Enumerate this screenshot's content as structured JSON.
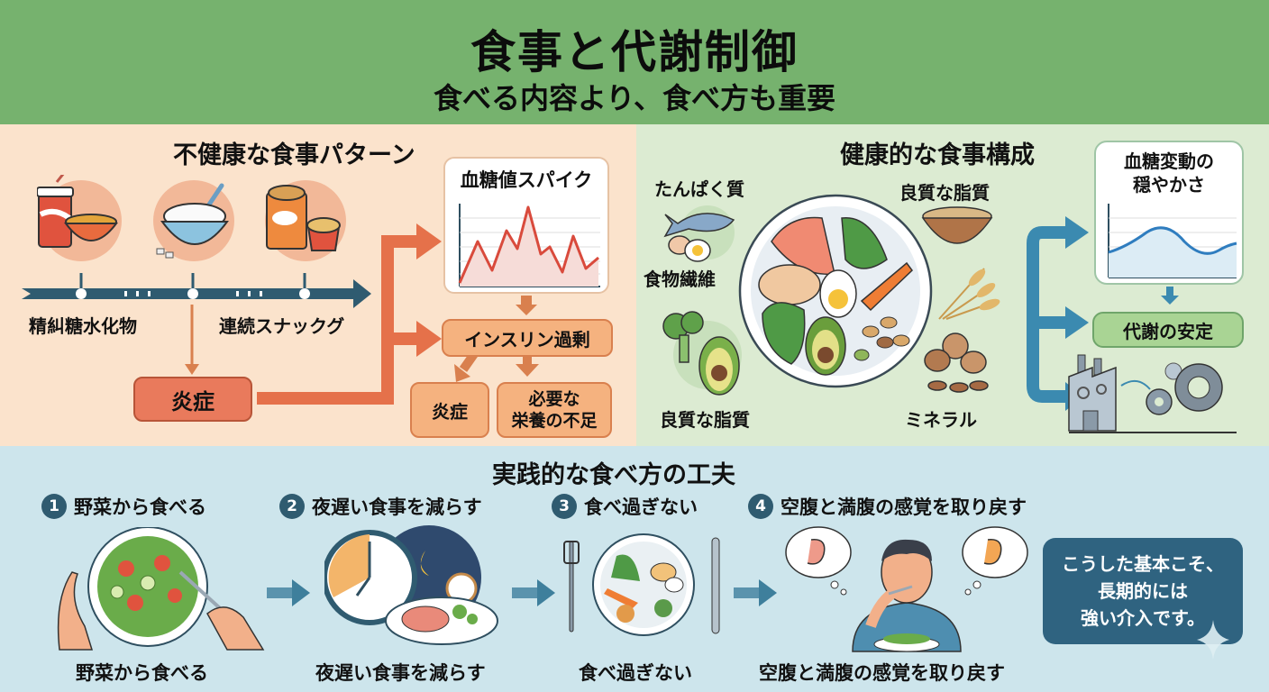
{
  "header": {
    "title": "食事と代謝制御",
    "subtitle": "食べる内容より、食べ方も重要",
    "background": "#76b26e"
  },
  "unhealthy": {
    "title": "不健康な食事パターン",
    "background": "#fbe3cc",
    "icons": [
      "soda-cup-and-bowl-icon",
      "rice-bowl-icon",
      "snack-bag-icon"
    ],
    "timeline_labels": [
      "精糾糖水化物",
      "連続スナックグ"
    ],
    "inflammation_box": "炎症",
    "spike_card": {
      "title": "血糖値スパイク",
      "line_color": "#d94a3c"
    },
    "insulin_box": "インスリン過剰",
    "outcomes": [
      "炎症",
      "必要な",
      "栄養の不足"
    ],
    "accent": "#e5714a"
  },
  "healthy": {
    "title": "健康的な食事構成",
    "background": "#dcebd2",
    "labels": {
      "protein": "たんぱく質",
      "fiber": "食物繊維",
      "fat_left": "良質な脂質",
      "fat_right": "良質な脂質",
      "mineral": "ミネラル"
    },
    "stable_card": {
      "title_line1": "血糖変動の",
      "title_line2": "穏やかさ",
      "line_color": "#2f7dbf"
    },
    "metabolic_box": "代謝の安定",
    "accent": "#3b8ab0"
  },
  "practice": {
    "title": "実践的な食べ方の工夫",
    "background": "#cde5ec",
    "steps": [
      {
        "num": "1",
        "heading": "野菜から食べる",
        "caption": "野菜から食べる",
        "icon": "salad-plate-icon"
      },
      {
        "num": "2",
        "heading": "夜遅い食事を減らす",
        "caption": "夜遅い食事を減らす",
        "icon": "night-clock-meal-icon"
      },
      {
        "num": "3",
        "heading": "食べ過ぎない",
        "caption": "食べ過ぎない",
        "icon": "balanced-plate-icon"
      },
      {
        "num": "4",
        "heading": "空腹と満腹の感覚を取り戻す",
        "caption": "空腹と満腹の感覚を取り戻す",
        "icon": "mindful-eater-icon"
      }
    ],
    "callout": {
      "line1": "こうした基本こそ、",
      "line2": "長期的には",
      "line3": "強い介入です。",
      "background": "#2f6380"
    }
  }
}
